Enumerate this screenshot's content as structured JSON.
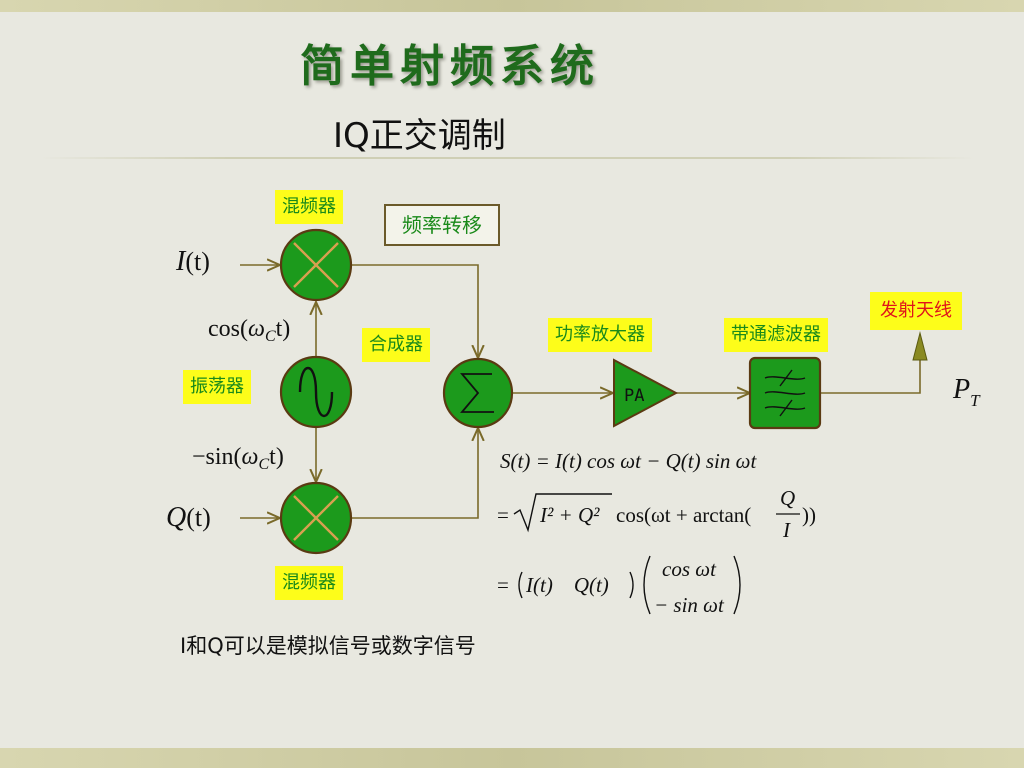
{
  "slide": {
    "title": "简单射频系统",
    "subtitle": "IQ正交调制",
    "footnote": "I和Q可以是模拟信号或数字信号"
  },
  "labels": {
    "mixer_top": "混频器",
    "freq_shift": "频率转移",
    "oscillator": "振荡器",
    "combiner": "合成器",
    "power_amp": "功率放大器",
    "bandpass": "带通滤波器",
    "antenna": "发射天线",
    "mixer_bottom": "混频器",
    "pa_text": "PA"
  },
  "signals": {
    "i_sym": "I",
    "i_arg": "(t)",
    "cos_fn": "cos(",
    "cos_omega": "ω",
    "cos_sub": "C",
    "cos_t": "t)",
    "sin_minus": "−",
    "sin_fn": "sin(",
    "sin_omega": "ω",
    "sin_sub": "C",
    "sin_t": "t)",
    "q_sym": "Q",
    "q_arg": "(t)",
    "out_sym": "P",
    "out_sub": "T"
  },
  "equations": {
    "line1": "S(t) = I(t) cos ωt − Q(t) sin ωt",
    "line2_eq": "=",
    "line2_root": "I² + Q²",
    "line2_cos": "cos(ωt + arctan(",
    "line2_num": "Q",
    "line2_den": "I",
    "line2_close": "))",
    "line3_eq": "=",
    "line3_row": "I(t)    Q(t)",
    "line3_top": "cos ωt",
    "line3_bot": "− sin ωt"
  },
  "colors": {
    "accent": "#1f6b1c",
    "block_fill": "#1c9a1c",
    "block_stroke": "#5a3a12",
    "wire": "#7a6a2a",
    "label_bg": "#fdfd1a",
    "label_green": "#1a8a1a",
    "label_red": "#e0141b",
    "antenna": "#8a8a22"
  },
  "icons": [
    "mixer-cross-icon",
    "sine-wave-icon",
    "sigma-sum-icon",
    "amplifier-triangle-icon",
    "filter-icon",
    "antenna-icon"
  ]
}
